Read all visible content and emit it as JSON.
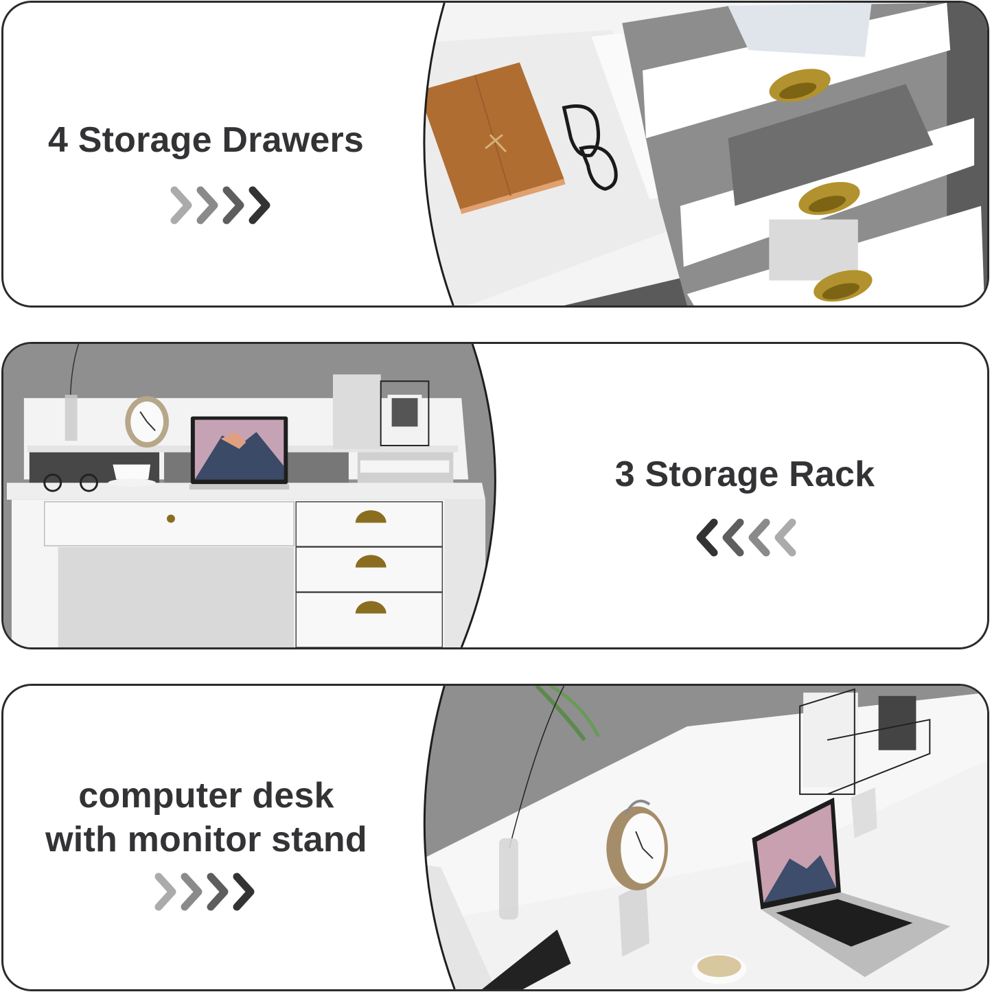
{
  "panels": [
    {
      "id": "storage-drawers",
      "title": "4 Storage Drawers",
      "arrow_direction": "right",
      "arrow_colors": [
        "#ababab",
        "#8a8a8a",
        "#5e5e5e",
        "#333333"
      ],
      "photo": "open white drawers with brass cup pulls, notebook and glasses"
    },
    {
      "id": "storage-rack",
      "title": "3 Storage Rack",
      "arrow_direction": "left",
      "arrow_colors": [
        "#333333",
        "#5e5e5e",
        "#8a8a8a",
        "#ababab"
      ],
      "photo": "white desk with hutch, alarm clock, laptop, wire organizer, four drawers"
    },
    {
      "id": "monitor-stand",
      "title_lines": [
        "computer desk",
        "with monitor stand"
      ],
      "arrow_direction": "right",
      "arrow_colors": [
        "#ababab",
        "#8a8a8a",
        "#5e5e5e",
        "#333333"
      ],
      "photo": "angled view of desk hutch with clock, vase, laptop, coffee and wire rack"
    }
  ],
  "colors": {
    "text": "#333336",
    "border": "#2b2b2b",
    "desk_white": "#f2f2f2",
    "wall_gray": "#8e8e8e",
    "brass": "#a88a2c"
  }
}
